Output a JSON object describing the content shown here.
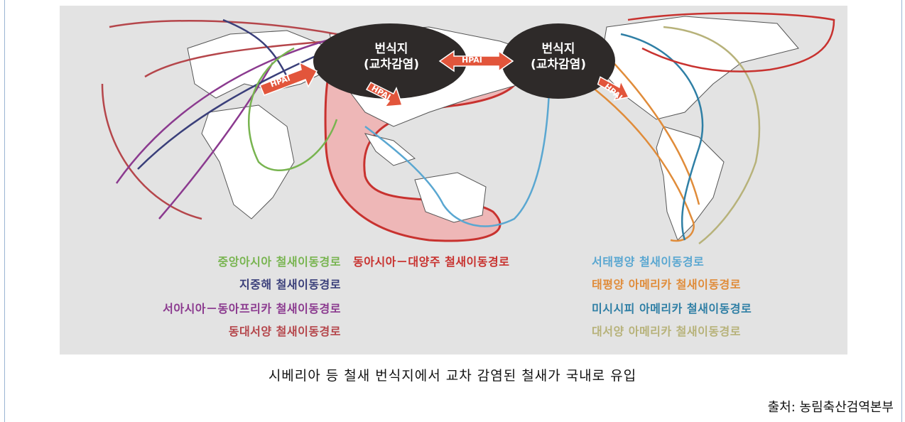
{
  "map": {
    "hub_left": {
      "line1": "번식지",
      "line2": "(교차감염)"
    },
    "hub_right": {
      "line1": "번식지",
      "line2": "(교차감염)"
    },
    "arrow_label": "HPAI",
    "colors": {
      "background": "#e3e3e3",
      "hub": "#2e2a29",
      "arrow": "#e2553b",
      "highlight_fill": "#f2a8a8",
      "central_asia": "#78b450",
      "mediterranean": "#3a3f7a",
      "west_asia_east_africa": "#8b3a8f",
      "east_atlantic": "#b5464b",
      "east_asia_australasia": "#c8322f",
      "west_pacific": "#5aa7d1",
      "pacific_americas": "#e08c3a",
      "mississippi_americas": "#2f7fa5",
      "atlantic_americas": "#b7b27a"
    }
  },
  "legend": {
    "left": [
      {
        "label": "중앙아시아 철새이동경로",
        "color": "#78b450"
      },
      {
        "label": "지중해 철새이동경로",
        "color": "#3a3f7a"
      },
      {
        "label": "서아시아－동아프리카 철새이동경로",
        "color": "#8b3a8f"
      },
      {
        "label": "동대서양 철새이동경로",
        "color": "#b5464b"
      }
    ],
    "center": [
      {
        "label": "동아시아－대양주 철새이동경로",
        "color": "#c8322f"
      }
    ],
    "right": [
      {
        "label": "서태평양 철새이동경로",
        "color": "#5aa7d1"
      },
      {
        "label": "태평양 아메리카 철새이동경로",
        "color": "#e08c3a"
      },
      {
        "label": "미시시피 아메리카 철새이동경로",
        "color": "#2f7fa5"
      },
      {
        "label": "대서양 아메리카 철새이동경로",
        "color": "#b7b27a"
      }
    ]
  },
  "caption": "시베리아 등 철새 번식지에서 교차 감염된 철새가 국내로 유입",
  "source": "출처: 농림축산검역본부"
}
